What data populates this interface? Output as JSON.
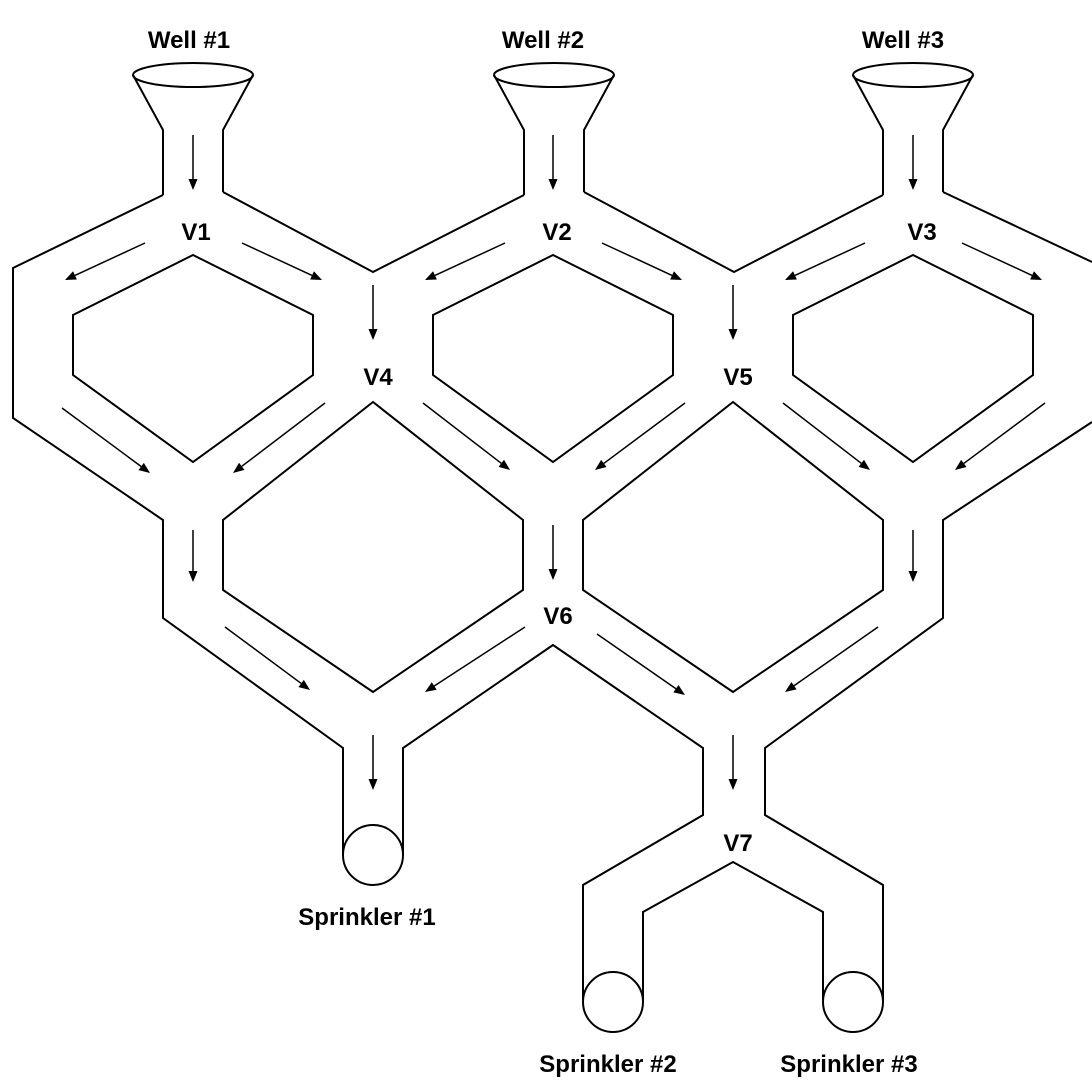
{
  "diagram": {
    "wells": [
      {
        "id": "well1",
        "label": "Well #1"
      },
      {
        "id": "well2",
        "label": "Well #2"
      },
      {
        "id": "well3",
        "label": "Well #3"
      }
    ],
    "valves": [
      {
        "id": "v1",
        "label": "V1"
      },
      {
        "id": "v2",
        "label": "V2"
      },
      {
        "id": "v3",
        "label": "V3"
      },
      {
        "id": "v4",
        "label": "V4"
      },
      {
        "id": "v5",
        "label": "V5"
      },
      {
        "id": "v6",
        "label": "V6"
      },
      {
        "id": "v7",
        "label": "V7"
      }
    ],
    "sprinklers": [
      {
        "id": "sprinkler1",
        "label": "Sprinkler #1"
      },
      {
        "id": "sprinkler2",
        "label": "Sprinkler #2"
      },
      {
        "id": "sprinkler3",
        "label": "Sprinkler #3"
      }
    ],
    "line_color": "#000000",
    "background_color": "#ffffff"
  }
}
